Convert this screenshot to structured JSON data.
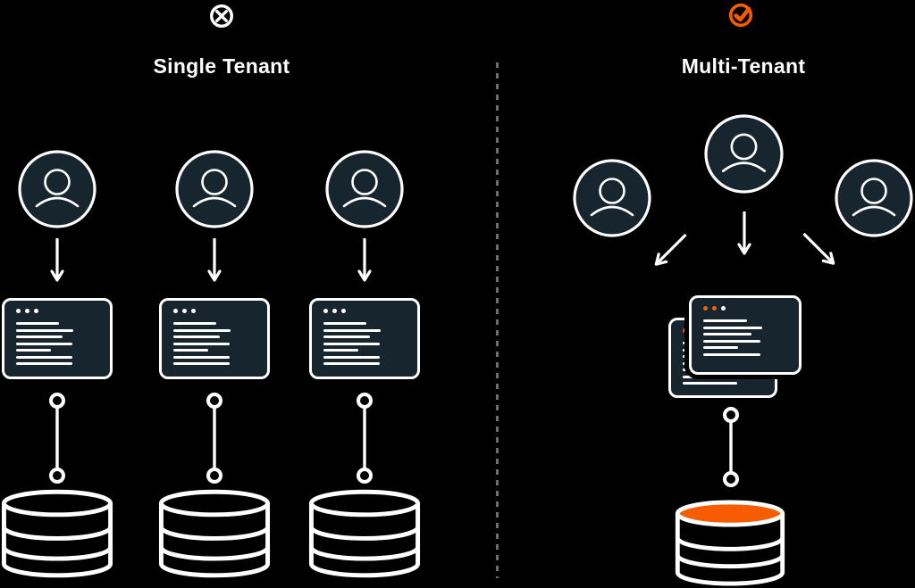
{
  "diagram": {
    "left_panel": {
      "title": "Single Tenant",
      "status": "rejected",
      "status_icon": "circle-x"
    },
    "right_panel": {
      "title": "Multi-Tenant",
      "status": "approved",
      "status_icon": "circle-check"
    },
    "description": "Three users each mapped to their own app window and database (single tenant) versus three users sharing stacked app windows and one shared database (multi-tenant)"
  },
  "colors": {
    "bg": "#000000",
    "panel": "#17262E",
    "stroke": "#ffffff",
    "accent": "#F85C00",
    "divider": "#6E6E6E"
  },
  "icons": {
    "left_status": "circle-x-icon",
    "right_status": "circle-check-icon",
    "user": "user-avatar-icon",
    "app": "browser-window",
    "storage": "database-cylinder-icon"
  },
  "window": {
    "line_widths_pct": [
      52,
      70,
      57,
      68,
      42,
      68,
      68
    ],
    "front_line_widths_pct": [
      52,
      70,
      57,
      68,
      42,
      68
    ],
    "dots_plain": [
      "stroke",
      "stroke",
      "stroke"
    ],
    "dots_accent": [
      "accent",
      "accent",
      "stroke"
    ]
  }
}
